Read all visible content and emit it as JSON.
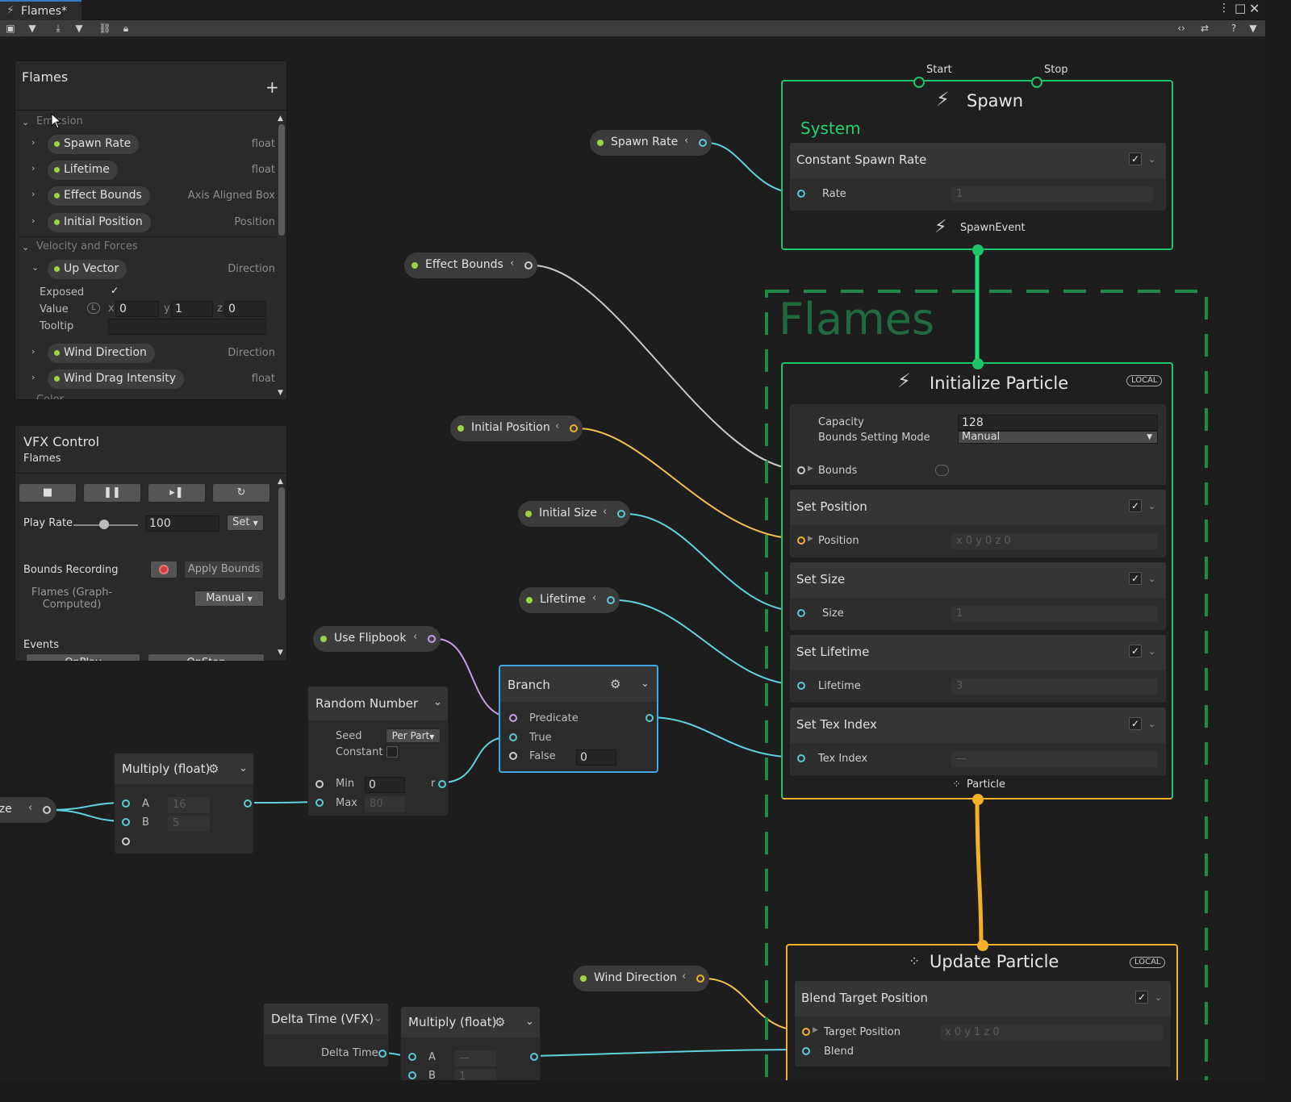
{
  "window": {
    "tab_title": "Flames*"
  },
  "blackboard": {
    "title": "Flames",
    "add": "+",
    "categories": [
      {
        "label": "Emission"
      },
      {
        "label": "Velocity and Forces"
      },
      {
        "label": "Color"
      }
    ],
    "properties": [
      {
        "name": "Spawn Rate",
        "type": "float"
      },
      {
        "name": "Lifetime",
        "type": "float"
      },
      {
        "name": "Effect Bounds",
        "type": "Axis Aligned Box"
      },
      {
        "name": "Initial Position",
        "type": "Position"
      },
      {
        "name": "Up Vector",
        "type": "Direction"
      },
      {
        "name": "Wind Direction",
        "type": "Direction"
      },
      {
        "name": "Wind Drag Intensity",
        "type": "float"
      }
    ],
    "upvector": {
      "exposed_label": "Exposed",
      "value_label": "Value",
      "tooltip_label": "Tooltip",
      "x_label": "x",
      "x": "0",
      "y_label": "y",
      "y": "1",
      "z_label": "z",
      "z": "0",
      "local": "L",
      "check": "✓"
    }
  },
  "vfx_control": {
    "title": "VFX Control",
    "subtitle": "Flames",
    "play_rate_label": "Play Rate",
    "play_rate": "100",
    "set_label": "Set",
    "bounds_recording_label": "Bounds Recording",
    "apply_bounds_label": "Apply Bounds",
    "graph_computed_label": "Flames (Graph-Computed)",
    "bounds_mode": "Manual",
    "events_label": "Events",
    "onplay_label": "OnPlay",
    "onstop_label": "OnStop"
  },
  "spawn": {
    "title": "Spawn",
    "start_label": "Start",
    "stop_label": "Stop",
    "system_label": "System",
    "block": {
      "title": "Constant Spawn Rate",
      "rate_label": "Rate",
      "rate_value": "1"
    },
    "event_label": "SpawnEvent"
  },
  "system_group": {
    "title": "Flames"
  },
  "initialize": {
    "title": "Initialize Particle",
    "local": "LOCAL",
    "capacity_label": "Capacity",
    "capacity": "128",
    "bounds_mode_label": "Bounds Setting Mode",
    "bounds_mode": "Manual",
    "bounds_label": "Bounds",
    "blocks": [
      {
        "title": "Set Position",
        "port_label": "Position",
        "ghost": "x 0    y 0    z 0"
      },
      {
        "title": "Set Size",
        "port_label": "Size",
        "ghost": "1"
      },
      {
        "title": "Set Lifetime",
        "port_label": "Lifetime",
        "ghost": "3"
      },
      {
        "title": "Set Tex Index",
        "port_label": "Tex Index",
        "ghost": "—"
      }
    ],
    "output_label": "Particle"
  },
  "update": {
    "title": "Update Particle",
    "local": "LOCAL",
    "block": {
      "title": "Blend Target Position",
      "target_label": "Target Position",
      "blend_label": "Blend",
      "ghost": "x 0    y 1    z 0"
    }
  },
  "graph_props": [
    {
      "name": "Spawn Rate"
    },
    {
      "name": "Effect Bounds"
    },
    {
      "name": "Initial Position"
    },
    {
      "name": "Initial Size"
    },
    {
      "name": "Lifetime"
    },
    {
      "name": "Use Flipbook"
    },
    {
      "name": "Wind Direction"
    },
    {
      "name": "Size"
    }
  ],
  "branch": {
    "title": "Branch",
    "predicate_label": "Predicate",
    "true_label": "True",
    "false_label": "False",
    "false_value": "0"
  },
  "random": {
    "title": "Random Number",
    "seed_label": "Seed",
    "seed_mode": "Per Part",
    "constant_label": "Constant",
    "min_label": "Min",
    "min_value": "0",
    "max_label": "Max",
    "max_value": "80",
    "out_label": "r"
  },
  "multiply1": {
    "title": "Multiply (float)",
    "a_label": "A",
    "a_value": "16",
    "b_label": "B",
    "b_value": "5"
  },
  "multiply2": {
    "title": "Multiply (float)",
    "a_label": "A",
    "a_value": "—",
    "b_label": "B",
    "b_value": "1"
  },
  "delta": {
    "title": "Delta Time (VFX)",
    "out_label": "Delta Time"
  }
}
